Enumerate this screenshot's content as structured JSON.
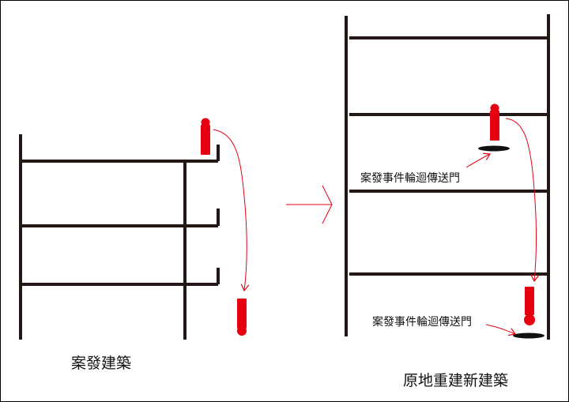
{
  "colors": {
    "structure": "#231815",
    "figure": "#e60012",
    "arrow": "#e60012",
    "portal": "#111111"
  },
  "labels": {
    "left_caption": "案發建築",
    "right_caption": "原地重建新建築",
    "portal_upper": "案發事件輪迴傳送門",
    "portal_lower": "案發事件輪迴傳送門"
  }
}
